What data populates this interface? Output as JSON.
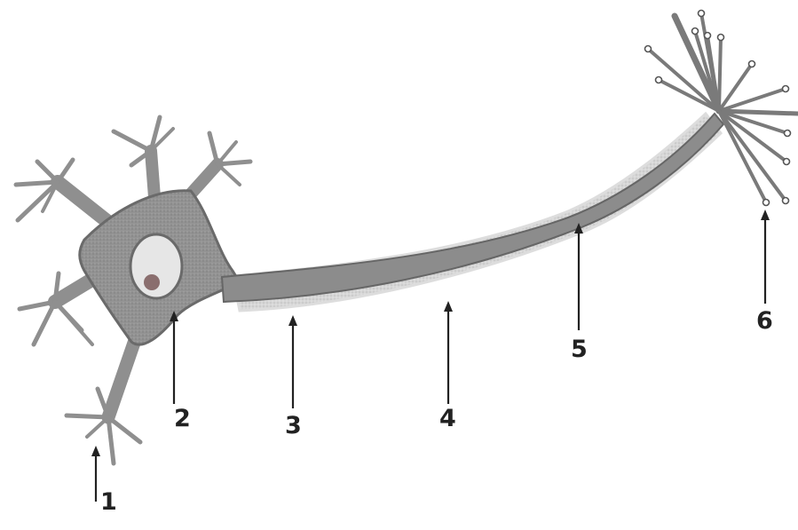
{
  "labels": [
    "1",
    "2",
    "3",
    "4",
    "5",
    "6"
  ],
  "colors": {
    "cell": "#8f8f8f",
    "cell_edge": "#6a6a6a",
    "myelin": "#c9c9c9",
    "nucleus_fill": "#e6e6e6",
    "nucleolus": "#8a6e6e",
    "arrow": "#222222",
    "terminal_fill": "#ffffff"
  }
}
